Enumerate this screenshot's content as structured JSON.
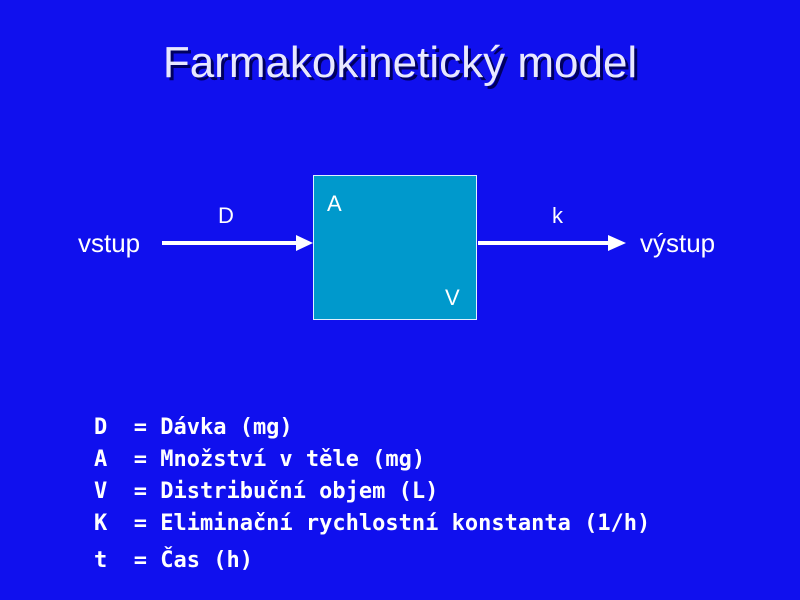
{
  "title": "Farmakokinetický model",
  "diagram": {
    "input_label": "vstup",
    "output_label": "výstup",
    "dose_label": "D",
    "rate_label": "k",
    "amount_label": "A",
    "volume_label": "V"
  },
  "legend": [
    "D  = Dávka (mg)",
    "A  = Množství v těle (mg)",
    "V  = Distribuční objem (L)",
    "K  = Eliminační rychlostní konstanta (1/h)",
    "t  = Čas (h)"
  ]
}
